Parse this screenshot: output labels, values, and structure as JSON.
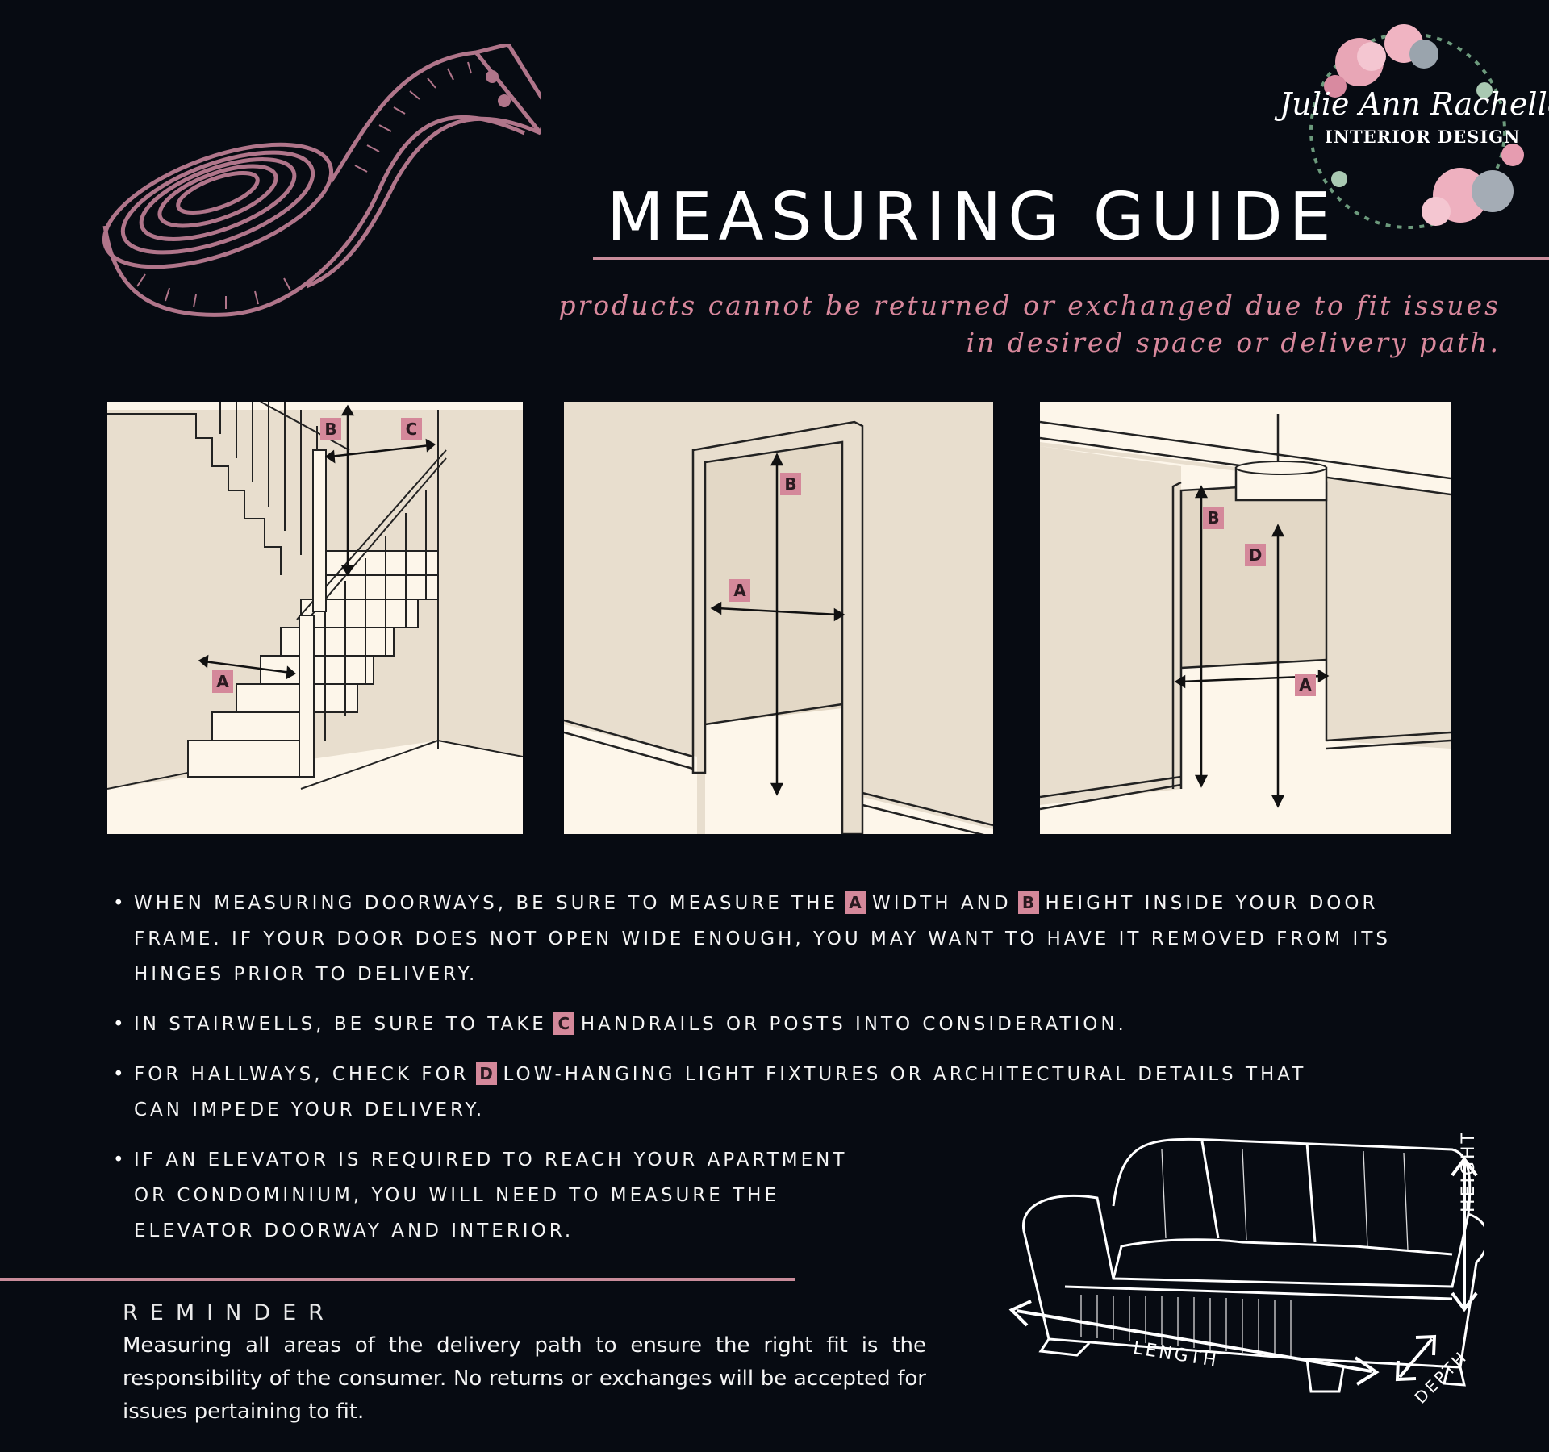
{
  "header": {
    "title": "MEASURING GUIDE",
    "subtitle_line1": "products cannot be returned or exchanged due to fit issues",
    "subtitle_line2": "in desired space or delivery path."
  },
  "logo": {
    "name": "Julie Ann Rachelle",
    "tagline": "INTERIOR DESIGN"
  },
  "diagrams": {
    "stairs": {
      "label_a": "A",
      "label_b": "B",
      "label_c": "C"
    },
    "doorway": {
      "label_a": "A",
      "label_b": "B"
    },
    "hallway": {
      "label_a": "A",
      "label_b": "B",
      "label_d": "D"
    }
  },
  "bullets": [
    {
      "part1": "WHEN MEASURING DOORWAYS, BE SURE TO MEASURE THE",
      "tag1": "A",
      "part2": "WIDTH AND",
      "tag2": "B",
      "part3": "HEIGHT INSIDE YOUR DOOR FRAME. IF YOUR DOOR DOES NOT OPEN WIDE ENOUGH, YOU MAY WANT TO HAVE IT REMOVED FROM ITS HINGES PRIOR TO DELIVERY."
    },
    {
      "part1": "IN STAIRWELLS, BE SURE TO TAKE",
      "tag1": "C",
      "part2": "HANDRAILS OR POSTS INTO CONSIDERATION."
    },
    {
      "part1": "FOR HALLWAYS, CHECK FOR",
      "tag1": "D",
      "part2": "LOW-HANGING LIGHT FIXTURES OR ARCHITECTURAL DETAILS THAT CAN IMPEDE YOUR DELIVERY."
    },
    {
      "part1": "IF AN ELEVATOR IS REQUIRED TO REACH YOUR APARTMENT OR CONDOMINIUM, YOU WILL NEED TO MEASURE THE ELEVATOR DOORWAY AND INTERIOR."
    }
  ],
  "reminder": {
    "title": "REMINDER",
    "text": "Measuring all areas of the delivery path to ensure the right fit is the responsibility of the consumer. No returns or exchanges will be accepted for issues pertaining to fit."
  },
  "sofa": {
    "length_label": "LENGTH",
    "height_label": "HEIGHT",
    "depth_label": "DEPTH"
  },
  "colors": {
    "background": "#070b12",
    "accent_pink": "#c98d9b",
    "tag_pink": "#d4889a",
    "panel_cream": "#fdf6ea",
    "panel_wall": "#e8dece"
  },
  "icons": [
    "measuring-tape-icon",
    "floral-wreath-logo",
    "sofa-illustration"
  ]
}
